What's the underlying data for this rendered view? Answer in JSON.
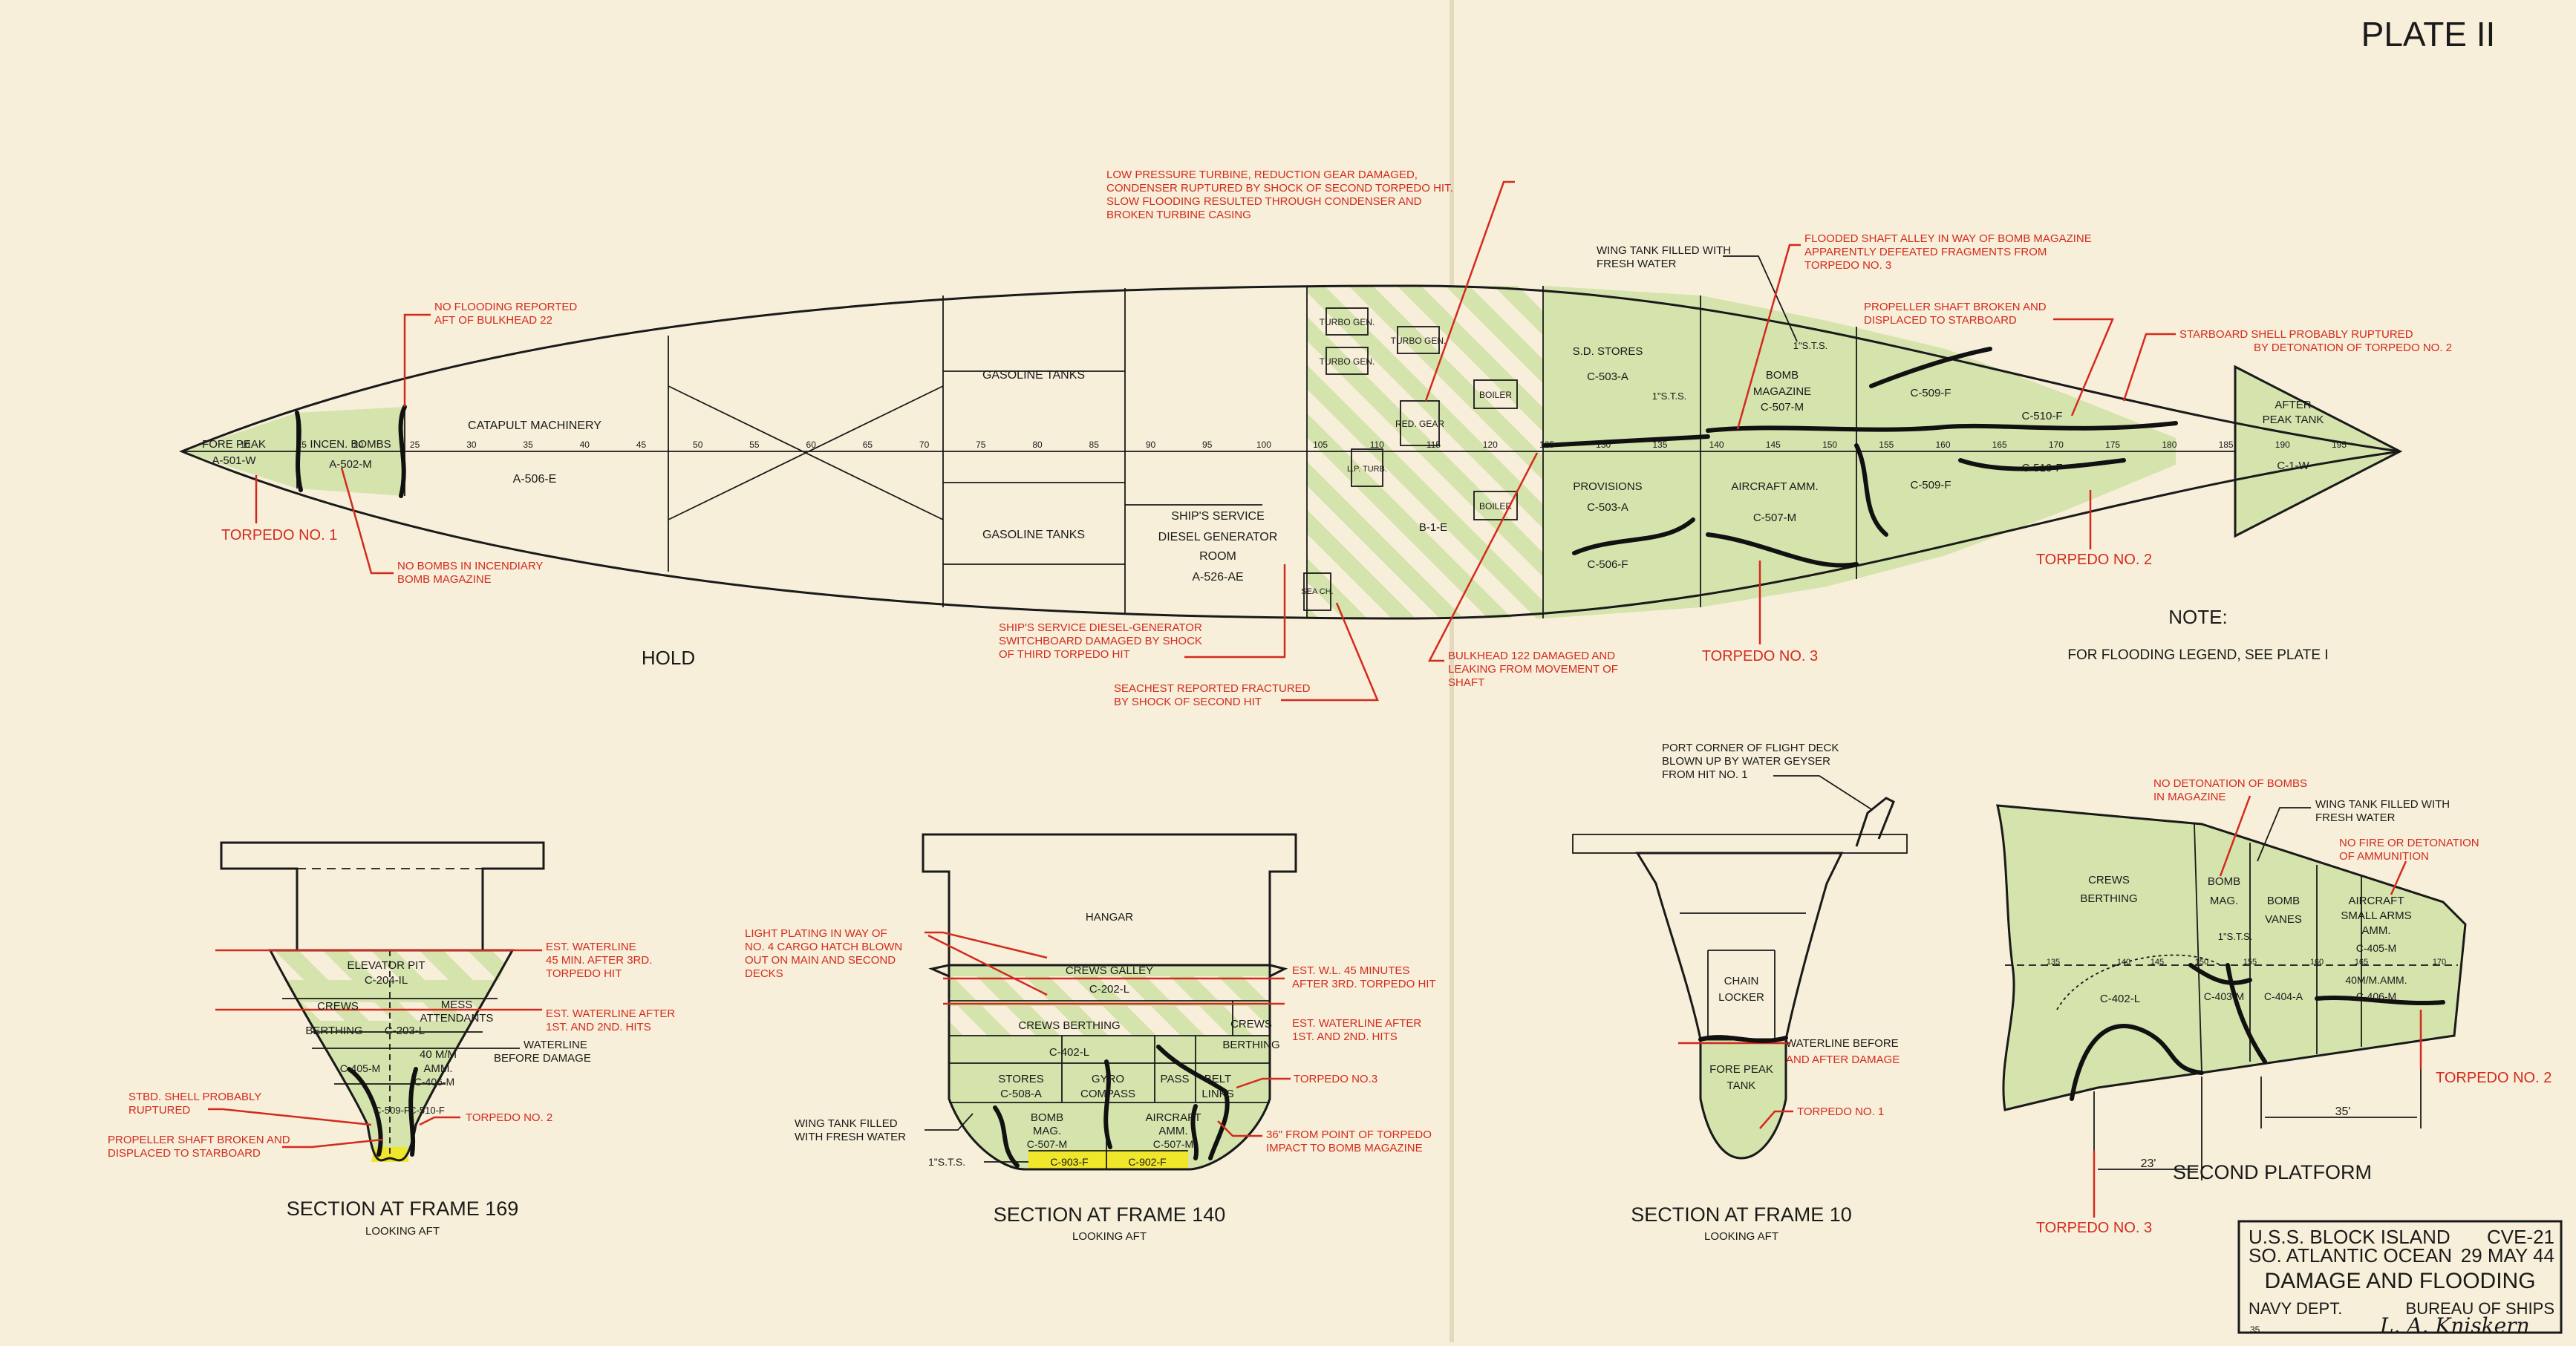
{
  "colors": {
    "paper": "#f7efd9",
    "flooded": "#d5e3ad",
    "hatch": "#d5e3ad",
    "annotation": "#d32a1e",
    "ink": "#1a1a1a",
    "fuel": "#f0e62a"
  },
  "plate": "PLATE II",
  "hold": {
    "title": "HOLD",
    "frame_labels": [
      "10",
      "15",
      "20",
      "25",
      "30",
      "35",
      "40",
      "45",
      "50",
      "55",
      "60",
      "65",
      "70",
      "75",
      "80",
      "85",
      "90",
      "95",
      "100",
      "105",
      "110",
      "115",
      "120",
      "125",
      "130",
      "135",
      "140",
      "145",
      "150",
      "155",
      "160",
      "165",
      "170",
      "175",
      "180",
      "185",
      "190",
      "195"
    ],
    "compartments": {
      "fore_peak": "FORE PEAK",
      "fore_peak_id": "A-501-W",
      "incen_bombs": "INCEN. BOMBS",
      "incen_bombs_id": "A-502-M",
      "catapult": "CATAPULT MACHINERY",
      "catapult_id": "A-506-E",
      "gasoline_top": "GASOLINE TANKS",
      "gasoline_bottom": "GASOLINE TANKS",
      "diesel_l1": "SHIP'S SERVICE",
      "diesel_l2": "DIESEL GENERATOR",
      "diesel_l3": "ROOM",
      "diesel_id": "A-526-AE",
      "turbo_gen": "TURBO GEN.",
      "lp_turb": "L.P. TURB.",
      "red_gear": "RED. GEAR",
      "sea_ch": "SEA CH.",
      "engine_id": "B-1-E",
      "boiler": "BOILER",
      "sd_stores": "S.D. STORES",
      "sd_stores_id": "C-503-A",
      "sts": "1\"S.T.S.",
      "provisions": "PROVISIONS",
      "provisions_id": "C-503-A",
      "c506": "C-506-F",
      "bomb_mag_l1": "BOMB",
      "bomb_mag_l2": "MAGAZINE",
      "bomb_mag_id": "C-507-M",
      "aircraft_amm": "AIRCRAFT AMM.",
      "aircraft_amm_id": "C-507-M",
      "c509_top": "C-509-F",
      "c509_bot": "C-509-F",
      "c510_top": "C-510-F",
      "c510_bot": "C-510-F",
      "after_peak_l1": "AFTER",
      "after_peak_l2": "PEAK TANK",
      "after_peak_id": "C-1-W"
    },
    "notes": {
      "no_flooding_1": "NO FLOODING REPORTED",
      "no_flooding_2": "AFT OF BULKHEAD 22",
      "no_bombs_1": "NO BOMBS IN INCENDIARY",
      "no_bombs_2": "BOMB MAGAZINE",
      "torpedo_1": "TORPEDO NO. 1",
      "lp_1": "LOW PRESSURE TURBINE, REDUCTION GEAR DAMAGED,",
      "lp_2": "CONDENSER RUPTURED BY SHOCK OF SECOND TORPEDO HIT.",
      "lp_3": "SLOW FLOODING RESULTED THROUGH CONDENSER AND",
      "lp_4": "BROKEN TURBINE CASING",
      "diesel_1": "SHIP'S SERVICE DIESEL-GENERATOR",
      "diesel_2": "SWITCHBOARD DAMAGED BY SHOCK",
      "diesel_3": "OF THIRD TORPEDO HIT",
      "seachest_1": "SEACHEST REPORTED FRACTURED",
      "seachest_2": "BY SHOCK OF SECOND HIT",
      "bulkhead_1": "BULKHEAD 122 DAMAGED AND",
      "bulkhead_2": "LEAKING FROM MOVEMENT OF",
      "bulkhead_3": "SHAFT",
      "wing_1": "WING TANK FILLED WITH",
      "wing_2": "FRESH WATER",
      "shaft_alley_1": "FLOODED SHAFT ALLEY IN WAY OF BOMB MAGAZINE",
      "shaft_alley_2": "APPARENTLY DEFEATED FRAGMENTS FROM",
      "shaft_alley_3": "TORPEDO NO. 3",
      "prop_1": "PROPELLER SHAFT BROKEN AND",
      "prop_2": "DISPLACED TO STARBOARD",
      "stbd_1": "STARBOARD SHELL PROBABLY RUPTURED",
      "stbd_2": "BY DETONATION OF TORPEDO NO. 2",
      "torpedo_3": "TORPEDO NO. 3",
      "torpedo_2": "TORPEDO NO. 2",
      "note_title": "NOTE:",
      "note_text": "FOR FLOODING LEGEND, SEE PLATE I"
    }
  },
  "frame169": {
    "title": "SECTION AT FRAME 169",
    "subtitle": "LOOKING AFT",
    "elevator": "ELEVATOR   PIT",
    "elevator_id": "C-204-IL",
    "crews": "CREWS",
    "berthing": "BERTHING",
    "mess_1": "MESS",
    "mess_2": "ATTENDANTS",
    "c203": "C-203-L",
    "amm_1": "40 M/M",
    "amm_2": "AMM.",
    "c405": "C-405-M",
    "c406": "C-406-M",
    "c509": "C-509-F",
    "c510": "C-510-F",
    "est_wl_1": "EST. WATERLINE",
    "est_wl_2": "45 MIN. AFTER 3RD.",
    "est_wl_3": "TORPEDO HIT",
    "est_wl_b1": "EST. WATERLINE AFTER",
    "est_wl_b2": "1ST. AND 2ND. HITS",
    "wl_before_1": "WATERLINE",
    "wl_before_2": "BEFORE DAMAGE",
    "stbd_1": "STBD. SHELL PROBABLY",
    "stbd_2": "RUPTURED",
    "prop_1": "PROPELLER SHAFT BROKEN AND",
    "prop_2": "DISPLACED TO STARBOARD",
    "torpedo": "TORPEDO NO. 2"
  },
  "frame140": {
    "title": "SECTION AT FRAME 140",
    "subtitle": "LOOKING AFT",
    "hangar": "HANGAR",
    "crews_galley": "CREWS   GALLEY",
    "c202": "C-202-L",
    "crews_berthing": "CREWS   BERTHING",
    "crews_r": "CREWS",
    "berthing_r": "BERTHING",
    "c402": "C-402-L",
    "stores": "STORES",
    "c508": "C-508-A",
    "gyro_1": "GYRO",
    "gyro_2": "COMPASS",
    "pass": "PASS",
    "belt_1": "BELT",
    "belt_2": "LINKS",
    "bomb_1": "BOMB",
    "bomb_2": "MAG.",
    "bomb_id": "C-507-M",
    "air_1": "AIRCRAFT",
    "air_2": "AMM.",
    "air_id": "C-507-M",
    "c903": "C-903-F",
    "c902": "C-902-F",
    "sts": "1\"S.T.S.",
    "light_1": "LIGHT PLATING IN WAY OF",
    "light_2": "NO. 4 CARGO HATCH BLOWN",
    "light_3": "OUT ON MAIN AND SECOND",
    "light_4": "DECKS",
    "est_1": "EST. W.L. 45 MINUTES",
    "est_2": "AFTER 3RD. TORPEDO HIT",
    "est_b1": "EST. WATERLINE AFTER",
    "est_b2": "1ST. AND 2ND. HITS",
    "torpedo": "TORPEDO NO.3",
    "wing_1": "WING TANK FILLED",
    "wing_2": "WITH FRESH WATER",
    "impact_1": "36\" FROM POINT OF TORPEDO",
    "impact_2": "IMPACT TO BOMB MAGAZINE"
  },
  "frame10": {
    "title": "SECTION AT FRAME 10",
    "subtitle": "LOOKING AFT",
    "chain_1": "CHAIN",
    "chain_2": "LOCKER",
    "fore_1": "FORE PEAK",
    "fore_2": "TANK",
    "port_1": "PORT CORNER OF FLIGHT DECK",
    "port_2": "BLOWN UP BY WATER GEYSER",
    "port_3": "FROM HIT NO. 1",
    "wl_1": "WATERLINE BEFORE",
    "wl_2": "AND AFTER DAMAGE",
    "torpedo": "TORPEDO NO. 1"
  },
  "platform": {
    "title": "SECOND PLATFORM",
    "crews_1": "CREWS",
    "crews_2": "BERTHING",
    "c402": "C-402-L",
    "bomb_1": "BOMB",
    "bomb_2": "MAG.",
    "bomb_id": "C-403-M",
    "vanes_1": "BOMB",
    "vanes_2": "VANES",
    "vanes_id": "C-404-A",
    "air_1": "AIRCRAFT",
    "air_2": "SMALL ARMS",
    "air_3": "AMM.",
    "c405": "C-405-M",
    "mm_1": "40M/M.AMM.",
    "c406": "C-406-M",
    "sts": "1\"S.T.S.",
    "no_det_1": "NO DETONATION OF BOMBS",
    "no_det_2": "IN MAGAZINE",
    "wing_1": "WING TANK FILLED WITH",
    "wing_2": "FRESH WATER",
    "no_fire_1": "NO FIRE OR DETONATION",
    "no_fire_2": "OF AMMUNITION",
    "f135": "135",
    "f140": "140",
    "f145": "145",
    "f150": "150",
    "f155": "155",
    "f160": "160",
    "f165": "165",
    "f170": "170",
    "dim_23": "23'",
    "dim_35": "35'",
    "torpedo_3": "TORPEDO NO. 3",
    "torpedo_2": "TORPEDO NO. 2"
  },
  "title_block": {
    "ship": "U.S.S. BLOCK ISLAND",
    "hull": "CVE-21",
    "ocean": "SO. ATLANTIC OCEAN",
    "date": "29 MAY 44",
    "title": "DAMAGE AND FLOODING",
    "dept": "NAVY DEPT.",
    "bureau": "BUREAU OF SHIPS",
    "signature": "L. A. Kniskern",
    "small_mark": "35"
  }
}
